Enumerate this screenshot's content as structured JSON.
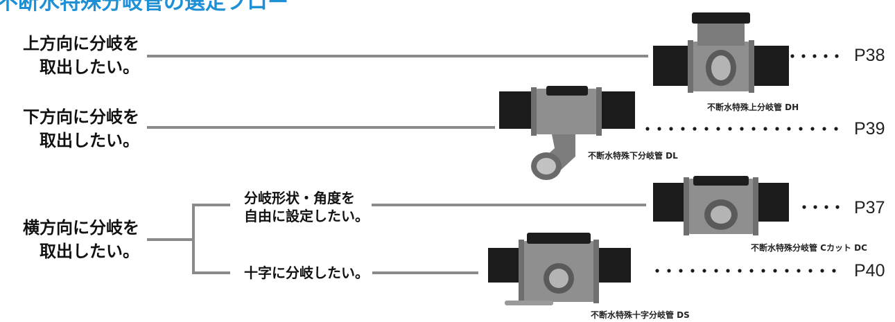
{
  "header": {
    "title": "不断水特殊分岐管の選定フロー"
  },
  "needs": [
    {
      "line1": "上方向に分岐を",
      "line2": "取出したい。"
    },
    {
      "line1": "下方向に分岐を",
      "line2": "取出したい。"
    },
    {
      "line1": "横方向に分岐を",
      "line2": "取出したい。"
    }
  ],
  "sub_options": [
    {
      "line1": "分岐形状・角度を",
      "line2": "自由に設定したい。"
    },
    {
      "line1": "十字に分岐したい。"
    }
  ],
  "products": [
    {
      "caption": "不断水特殊上分岐管 DH",
      "page": "P38",
      "icon": "upper-branch-pipe-icon"
    },
    {
      "caption": "不断水特殊下分岐管 DL",
      "page": "P39",
      "icon": "lower-branch-pipe-icon"
    },
    {
      "caption": "不断水特殊分岐管 Cカット DC",
      "page": "P37",
      "icon": "c-cut-branch-pipe-icon"
    },
    {
      "caption": "不断水特殊十字分岐管 DS",
      "page": "P40",
      "icon": "cross-branch-pipe-icon"
    }
  ],
  "colors": {
    "title": "#1f8fd6",
    "connector": "#8a8a8a",
    "dots": "#1a1a1a",
    "pipe": "#1b1b1b",
    "body": "#8c8c8c"
  }
}
